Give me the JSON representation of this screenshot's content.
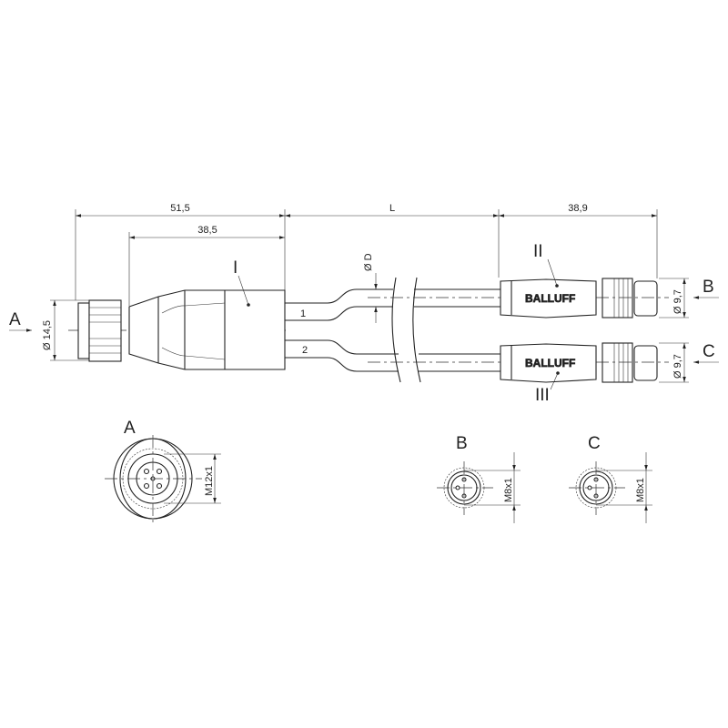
{
  "dimensions": {
    "overall_a": "51,5",
    "body_a": "38,5",
    "cable_length": "L",
    "connector_bc": "38,9",
    "diameter_a": "Ø 14,5",
    "cable_diameter": "Ø D",
    "diameter_b": "Ø 9,7",
    "diameter_c": "Ø 9,7",
    "thread_a": "M12x1",
    "thread_b": "M8x1",
    "thread_c": "M8x1"
  },
  "labels": {
    "part_1": "I",
    "part_2": "II",
    "part_3": "III",
    "cable_1": "1",
    "cable_2": "2",
    "view_a": "A",
    "view_b": "B",
    "view_c": "C"
  },
  "brand": "BALLUFF"
}
